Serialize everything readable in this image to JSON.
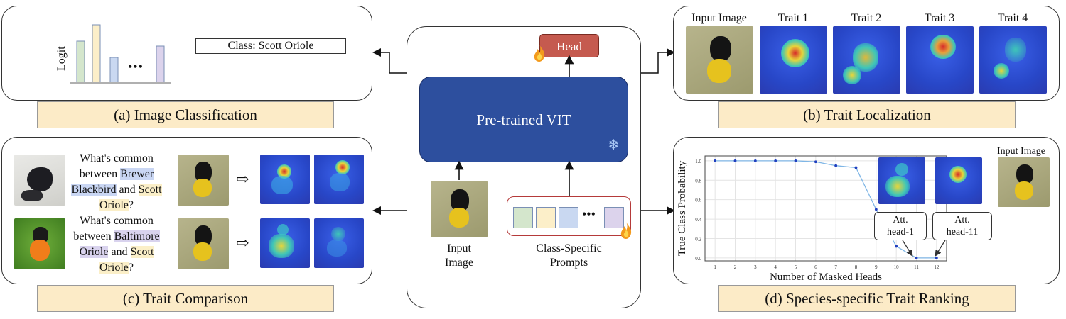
{
  "classification": {
    "axis_label": "Logit",
    "class_label": "Class: Scott Oriole",
    "dots": "•••",
    "caption": "(a) Image Classification"
  },
  "center": {
    "head_label": "Head",
    "vit_label": "Pre-trained VIT",
    "input_label_line1": "Input",
    "input_label_line2": "Image",
    "prompts_label_line1": "Class-Specific",
    "prompts_label_line2": "Prompts",
    "dots": "•••",
    "colors": {
      "vit": "#2d4f9e",
      "head": "#c0504d",
      "prompt_border": "#b53a3a"
    }
  },
  "localization": {
    "labels": [
      "Input Image",
      "Trait 1",
      "Trait 2",
      "Trait 3",
      "Trait 4"
    ],
    "caption": "(b) Trait Localization"
  },
  "comparison": {
    "rows": [
      {
        "q1": "What's common",
        "q2": "between ",
        "hl1": "Brewer",
        "hl1b": "Blackbird",
        "and": " and ",
        "hl2": "Scott",
        "hl2b": "Oriole",
        "end": "?"
      },
      {
        "q1": "What's common",
        "q2": "between ",
        "hl1": "Baltimore",
        "hl1b": "Oriole",
        "and": " and ",
        "hl2": "Scott",
        "hl2b": "Oriole",
        "end": "?"
      }
    ],
    "arrow": "⇨",
    "caption": "(c) Trait Comparison"
  },
  "ranking": {
    "caption": "(d) Species-specific Trait Ranking",
    "input_image_label": "Input Image",
    "callout1_line1": "Att.",
    "callout1_line2": "head-1",
    "callout2_line1": "Att.",
    "callout2_line2": "head-11"
  },
  "chart_data": {
    "type": "line",
    "xlabel": "Number of Masked Heads",
    "ylabel": "True Class Probability",
    "x": [
      1,
      2,
      3,
      4,
      5,
      6,
      7,
      8,
      9,
      10,
      11,
      12
    ],
    "values": [
      1.0,
      1.0,
      1.0,
      1.0,
      1.0,
      0.99,
      0.95,
      0.93,
      0.5,
      0.12,
      0.0,
      0.0
    ],
    "xlim": [
      0.5,
      12.5
    ],
    "ylim": [
      -0.03,
      1.05
    ],
    "yticks": [
      "0.0",
      "0.2",
      "0.4",
      "0.6",
      "0.8",
      "1.0"
    ],
    "xticks": [
      "1",
      "2",
      "3",
      "4",
      "5",
      "6",
      "7",
      "8",
      "9",
      "10",
      "11",
      "12"
    ],
    "grid": true,
    "line_color": "#7fb6e6",
    "point_color": "#1f3fbf"
  }
}
